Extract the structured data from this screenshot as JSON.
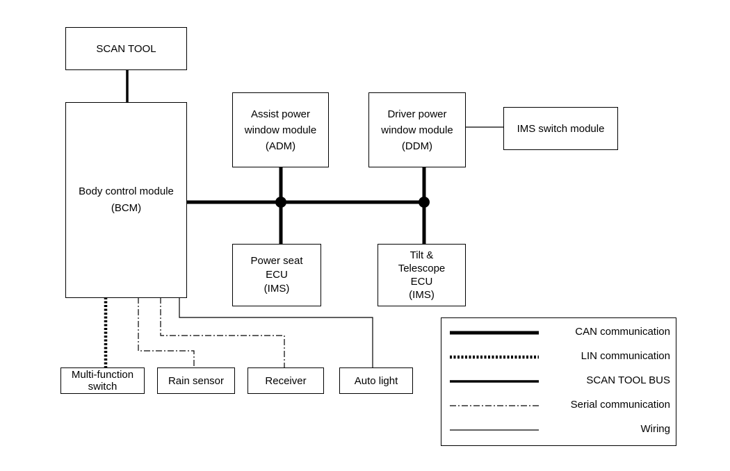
{
  "boxes": {
    "scan_tool": [
      "SCAN TOOL"
    ],
    "bcm": [
      "Body control module",
      "(BCM)"
    ],
    "adm": [
      "Assist power",
      "window module",
      "(ADM)"
    ],
    "ddm": [
      "Driver power",
      "window module",
      "(DDM)"
    ],
    "ims_switch": [
      "IMS switch module"
    ],
    "power_seat": [
      "Power seat",
      "ECU",
      "(IMS)"
    ],
    "tilt": [
      "Tilt &",
      "Telescope",
      "ECU",
      "(IMS)"
    ],
    "multi_function": [
      "Multi-function",
      "switch"
    ],
    "rain_sensor": [
      "Rain sensor"
    ],
    "receiver": [
      "Receiver"
    ],
    "auto_light": [
      "Auto light"
    ]
  },
  "legend": {
    "can": "CAN communication",
    "lin": "LIN communication",
    "scan_bus": "SCAN TOOL BUS",
    "serial": "Serial communication",
    "wiring": "Wiring"
  }
}
